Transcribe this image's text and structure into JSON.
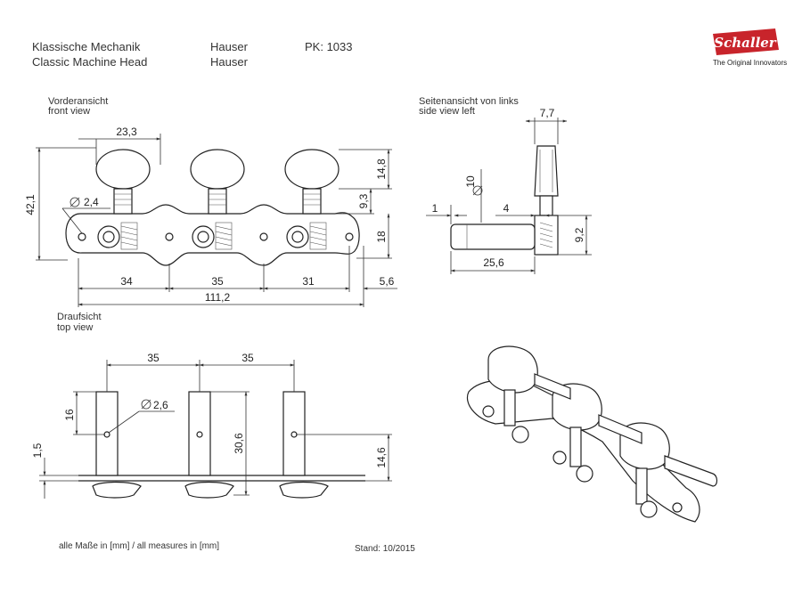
{
  "header": {
    "title_de": "Klassische Mechanik",
    "title_en": "Classic Machine Head",
    "model_de": "Hauser",
    "model_en": "Hauser",
    "part_no": "PK: 1033"
  },
  "brand": {
    "logo_text": "Schaller",
    "tagline": "The Original Innovators",
    "color": "#c8242b"
  },
  "views": {
    "front": {
      "label_de": "Vorderansicht",
      "label_en": "front view"
    },
    "side": {
      "label_de": "Seitenansicht von links",
      "label_en": "side view left"
    },
    "top": {
      "label_de": "Draufsicht",
      "label_en": "top view"
    }
  },
  "dims": {
    "front": {
      "d23_3": "23,3",
      "d42_1": "42,1",
      "d2_4": "2,4",
      "d14_8": "14,8",
      "d9_3": "9,3",
      "d18": "18",
      "d34": "34",
      "d35": "35",
      "d31": "31",
      "d5_6": "5,6",
      "d111_2": "111,2"
    },
    "side": {
      "d7_7": "7,7",
      "d10": "10",
      "d1": "1",
      "d4": "4",
      "d9_2": "9,2",
      "d25_6": "25,6"
    },
    "top": {
      "d35a": "35",
      "d35b": "35",
      "d16": "16",
      "d2_6": "2,6",
      "d30_6": "30,6",
      "d1_5": "1,5",
      "d14_6": "14,6"
    }
  },
  "footer": {
    "units": "alle Maße in [mm] / all measures in [mm]",
    "date": "Stand: 10/2015"
  }
}
